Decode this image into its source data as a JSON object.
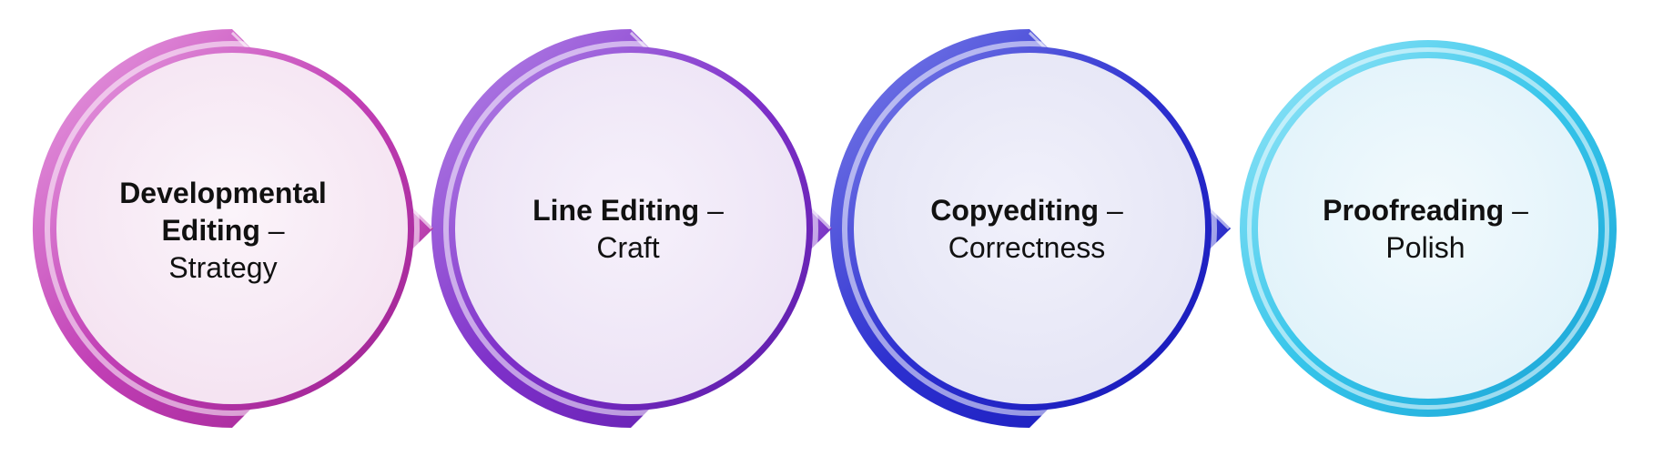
{
  "steps": [
    {
      "title_line1": "Developmental",
      "title_line2": "Editing",
      "separator": "–",
      "subtitle": "Strategy",
      "colors": {
        "light": "#f0b6ec",
        "main": "#c13fb5",
        "dark": "#8f1c88",
        "fill": "#f8eaf5"
      }
    },
    {
      "title_line1": "Line Editing",
      "separator": "–",
      "subtitle": "Craft",
      "colors": {
        "light": "#c19af1",
        "main": "#7e30c9",
        "dark": "#5b1ba8",
        "fill": "#f2eaf7"
      }
    },
    {
      "title_line1": "Copyediting",
      "separator": "–",
      "subtitle": "Correctness",
      "colors": {
        "light": "#8d8ff0",
        "main": "#2c2fcf",
        "dark": "#1517b8",
        "fill": "#eaeaf7"
      }
    },
    {
      "title_line1": "Proofreading",
      "separator": "–",
      "subtitle": "Polish",
      "colors": {
        "light": "#a5f0fb",
        "main": "#36c5ea",
        "dark": "#1aa4d6",
        "fill": "#e9f6fb"
      }
    }
  ]
}
